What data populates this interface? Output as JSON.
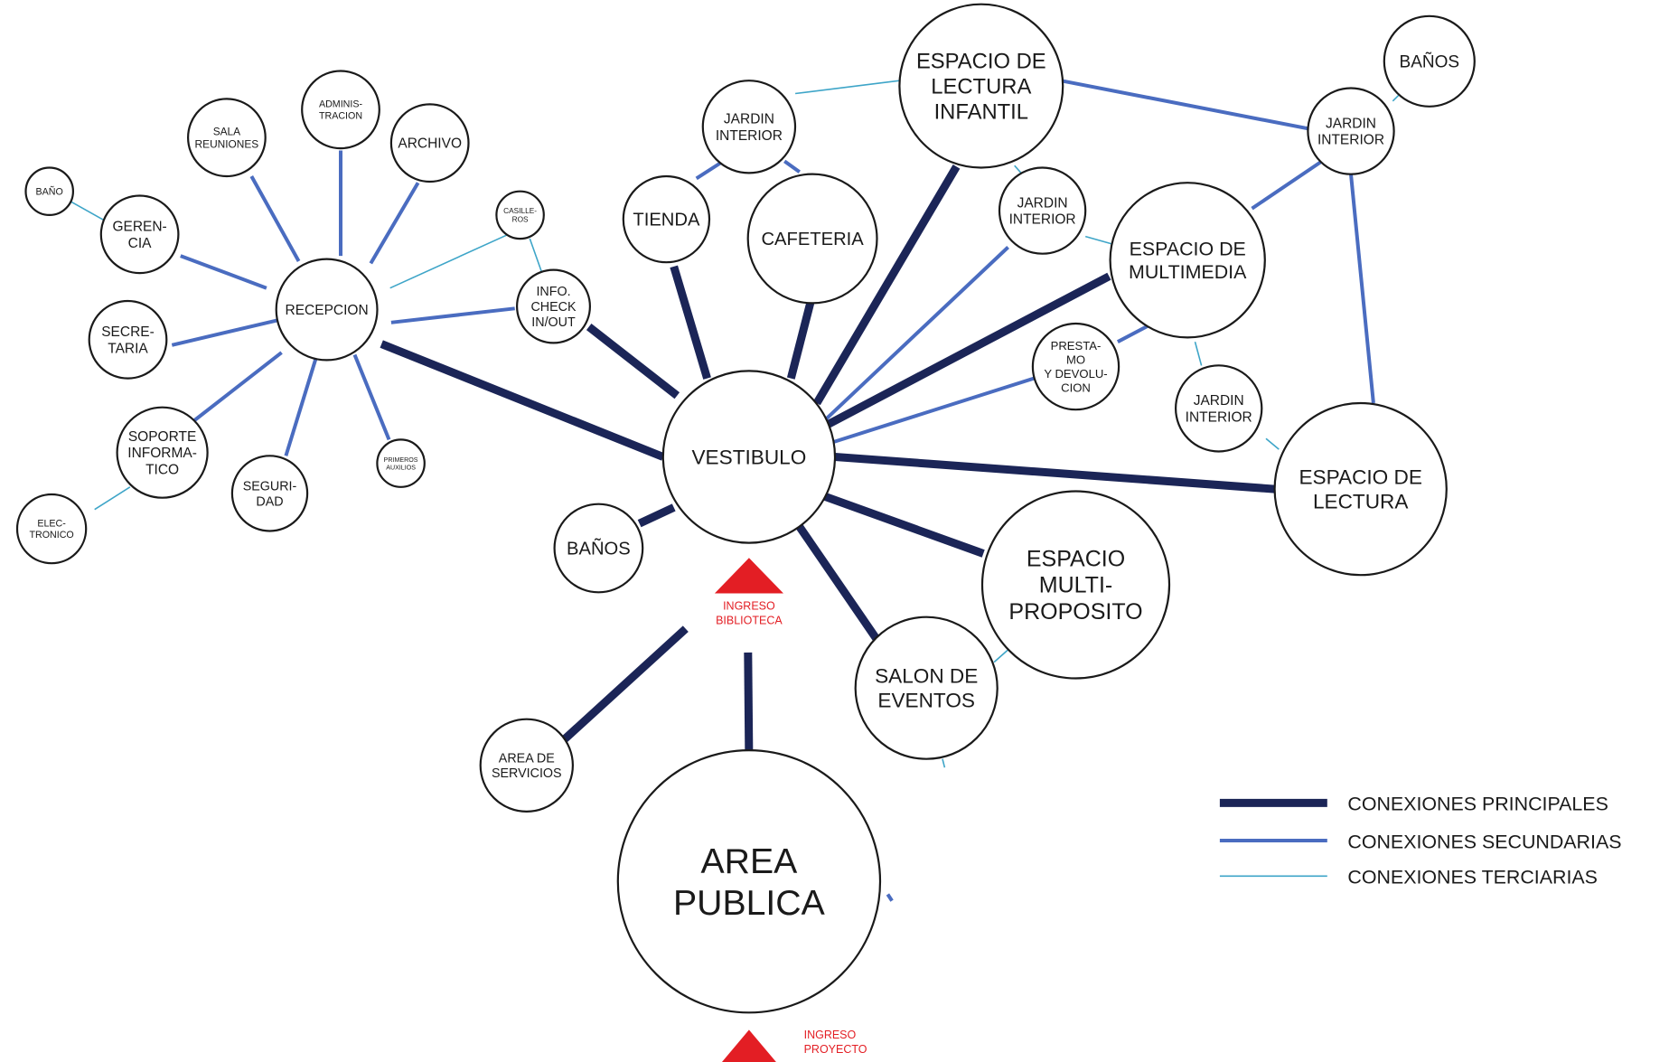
{
  "nodes": {
    "vestibulo": [
      "VESTIBULO"
    ],
    "area_publica": [
      "AREA",
      "PUBLICA"
    ],
    "recepcion": [
      "RECEPCION"
    ],
    "gerencia": [
      "GEREN-",
      "CIA"
    ],
    "bano_admin": [
      "BAÑO"
    ],
    "sala_reuniones": [
      "SALA",
      "REUNIONES"
    ],
    "administracion": [
      "ADMINIS-",
      "TRACION"
    ],
    "archivo": [
      "ARCHIVO"
    ],
    "secretaria": [
      "SECRE-",
      "TARIA"
    ],
    "soporte": [
      "SOPORTE",
      "INFORMA-",
      "TICO"
    ],
    "electronico": [
      "ELEC-",
      "TRONICO"
    ],
    "seguridad": [
      "SEGURI-",
      "DAD"
    ],
    "primeros_auxilios": [
      "PRIMEROS",
      "AUXILIOS"
    ],
    "casilleros": [
      "CASILLE-",
      "ROS"
    ],
    "info_check": [
      "INFO.",
      "CHECK",
      "IN/OUT"
    ],
    "tienda": [
      "TIENDA"
    ],
    "cafeteria": [
      "CAFETERIA"
    ],
    "jardin_1": [
      "JARDIN",
      "INTERIOR"
    ],
    "lectura_infantil": [
      "ESPACIO DE",
      "LECTURA",
      "INFANTIL"
    ],
    "jardin_2": [
      "JARDIN",
      "INTERIOR"
    ],
    "multimedia": [
      "ESPACIO DE",
      "MULTIMEDIA"
    ],
    "prestamo": [
      "PRESTA-",
      "MO",
      "Y DEVOLU-",
      "CION"
    ],
    "jardin_3": [
      "JARDIN",
      "INTERIOR"
    ],
    "jardin_4": [
      "JARDIN",
      "INTERIOR"
    ],
    "banos_top": [
      "BAÑOS"
    ],
    "espacio_lectura": [
      "ESPACIO DE",
      "LECTURA"
    ],
    "multiproposito": [
      "ESPACIO",
      "MULTI-",
      "PROPOSITO"
    ],
    "salon_eventos": [
      "SALON DE",
      "EVENTOS"
    ],
    "banos_vest": [
      "BAÑOS"
    ],
    "area_servicios": [
      "AREA DE",
      "SERVICIOS"
    ]
  },
  "entrances": {
    "biblioteca": [
      "INGRESO",
      "BIBLIOTECA"
    ],
    "proyecto": [
      "INGRESO",
      "PROYECTO"
    ]
  },
  "legend": {
    "primary": "CONEXIONES PRINCIPALES",
    "secondary": "CONEXIONES SECUNDARIAS",
    "tertiary": "CONEXIONES TERCIARIAS"
  },
  "colors": {
    "primary": "#1b2557",
    "secondary": "#4a6cc0",
    "tertiary": "#3ea5c8",
    "entrance": "#e31e24"
  }
}
